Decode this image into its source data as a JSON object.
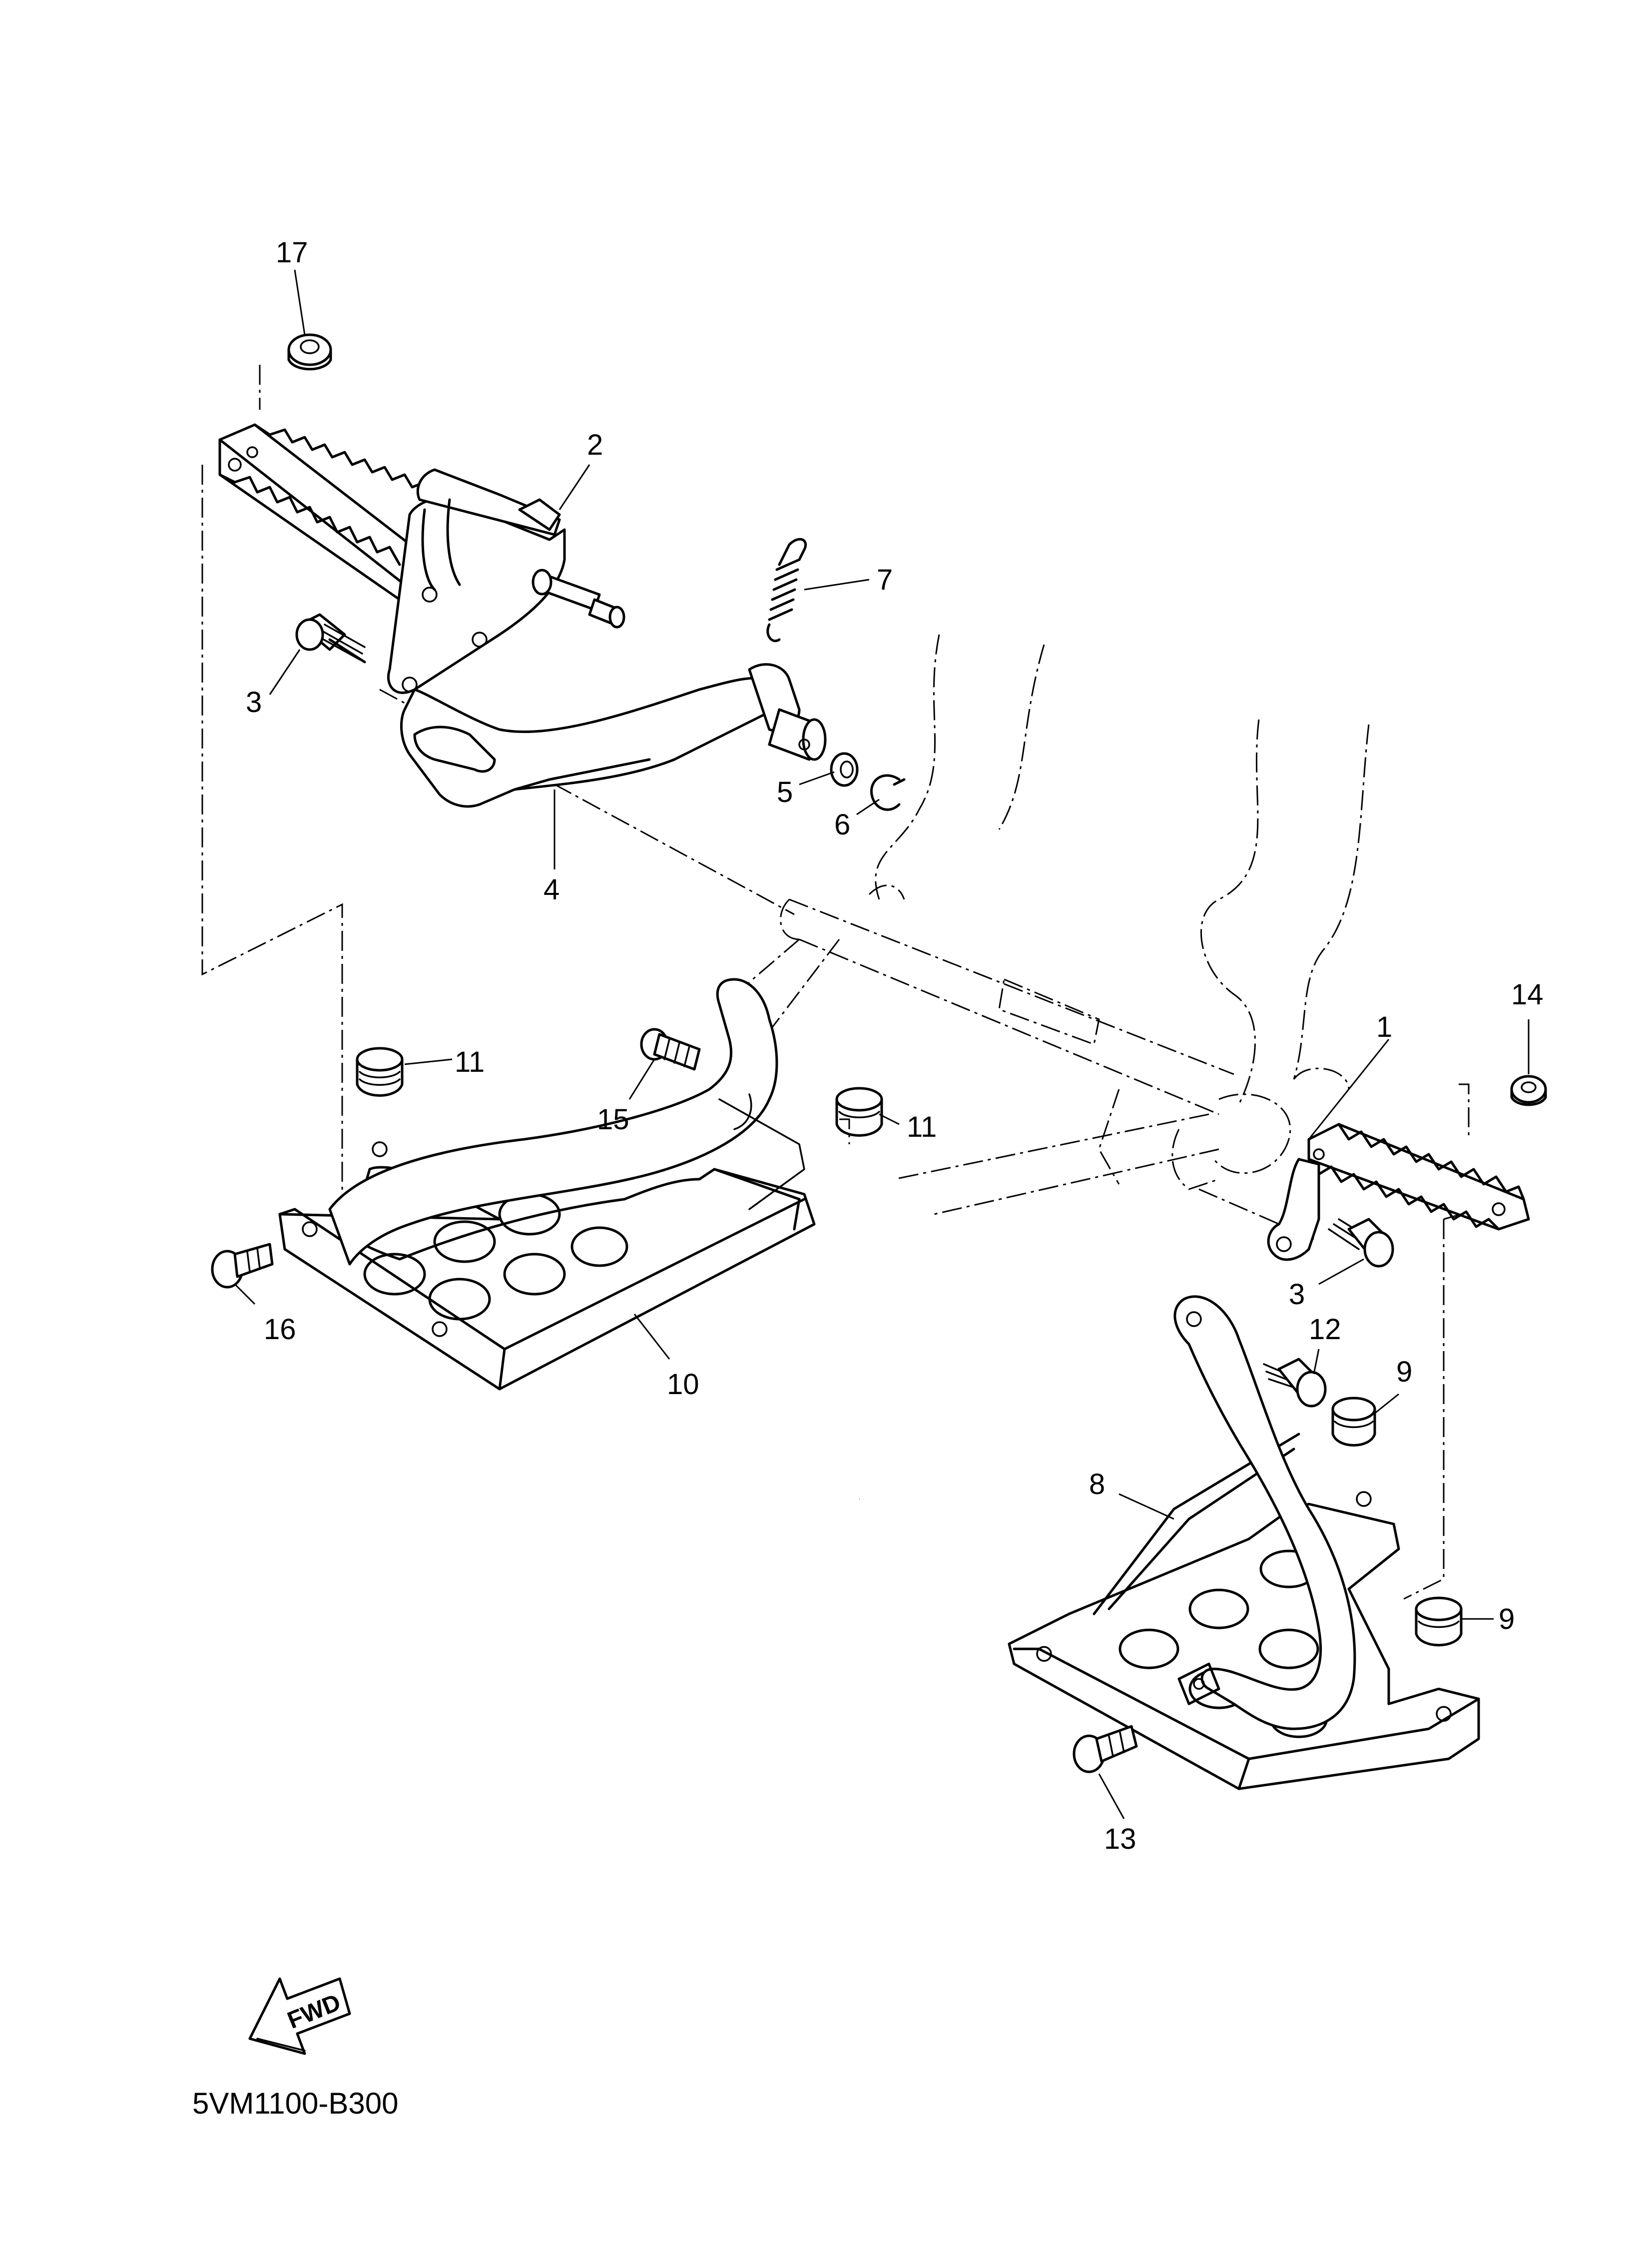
{
  "diagram": {
    "reference_code": "5VM1100-B300",
    "direction_badge": "FWD",
    "part_callouts": {
      "p1": "1",
      "p2": "2",
      "p3a": "3",
      "p3b": "3",
      "p4": "4",
      "p5": "5",
      "p6": "6",
      "p7": "7",
      "p8": "8",
      "p9a": "9",
      "p9b": "9",
      "p10": "10",
      "p11a": "11",
      "p11b": "11",
      "p12": "12",
      "p13": "13",
      "p14": "14",
      "p15": "15",
      "p16": "16",
      "p17": "17"
    }
  }
}
